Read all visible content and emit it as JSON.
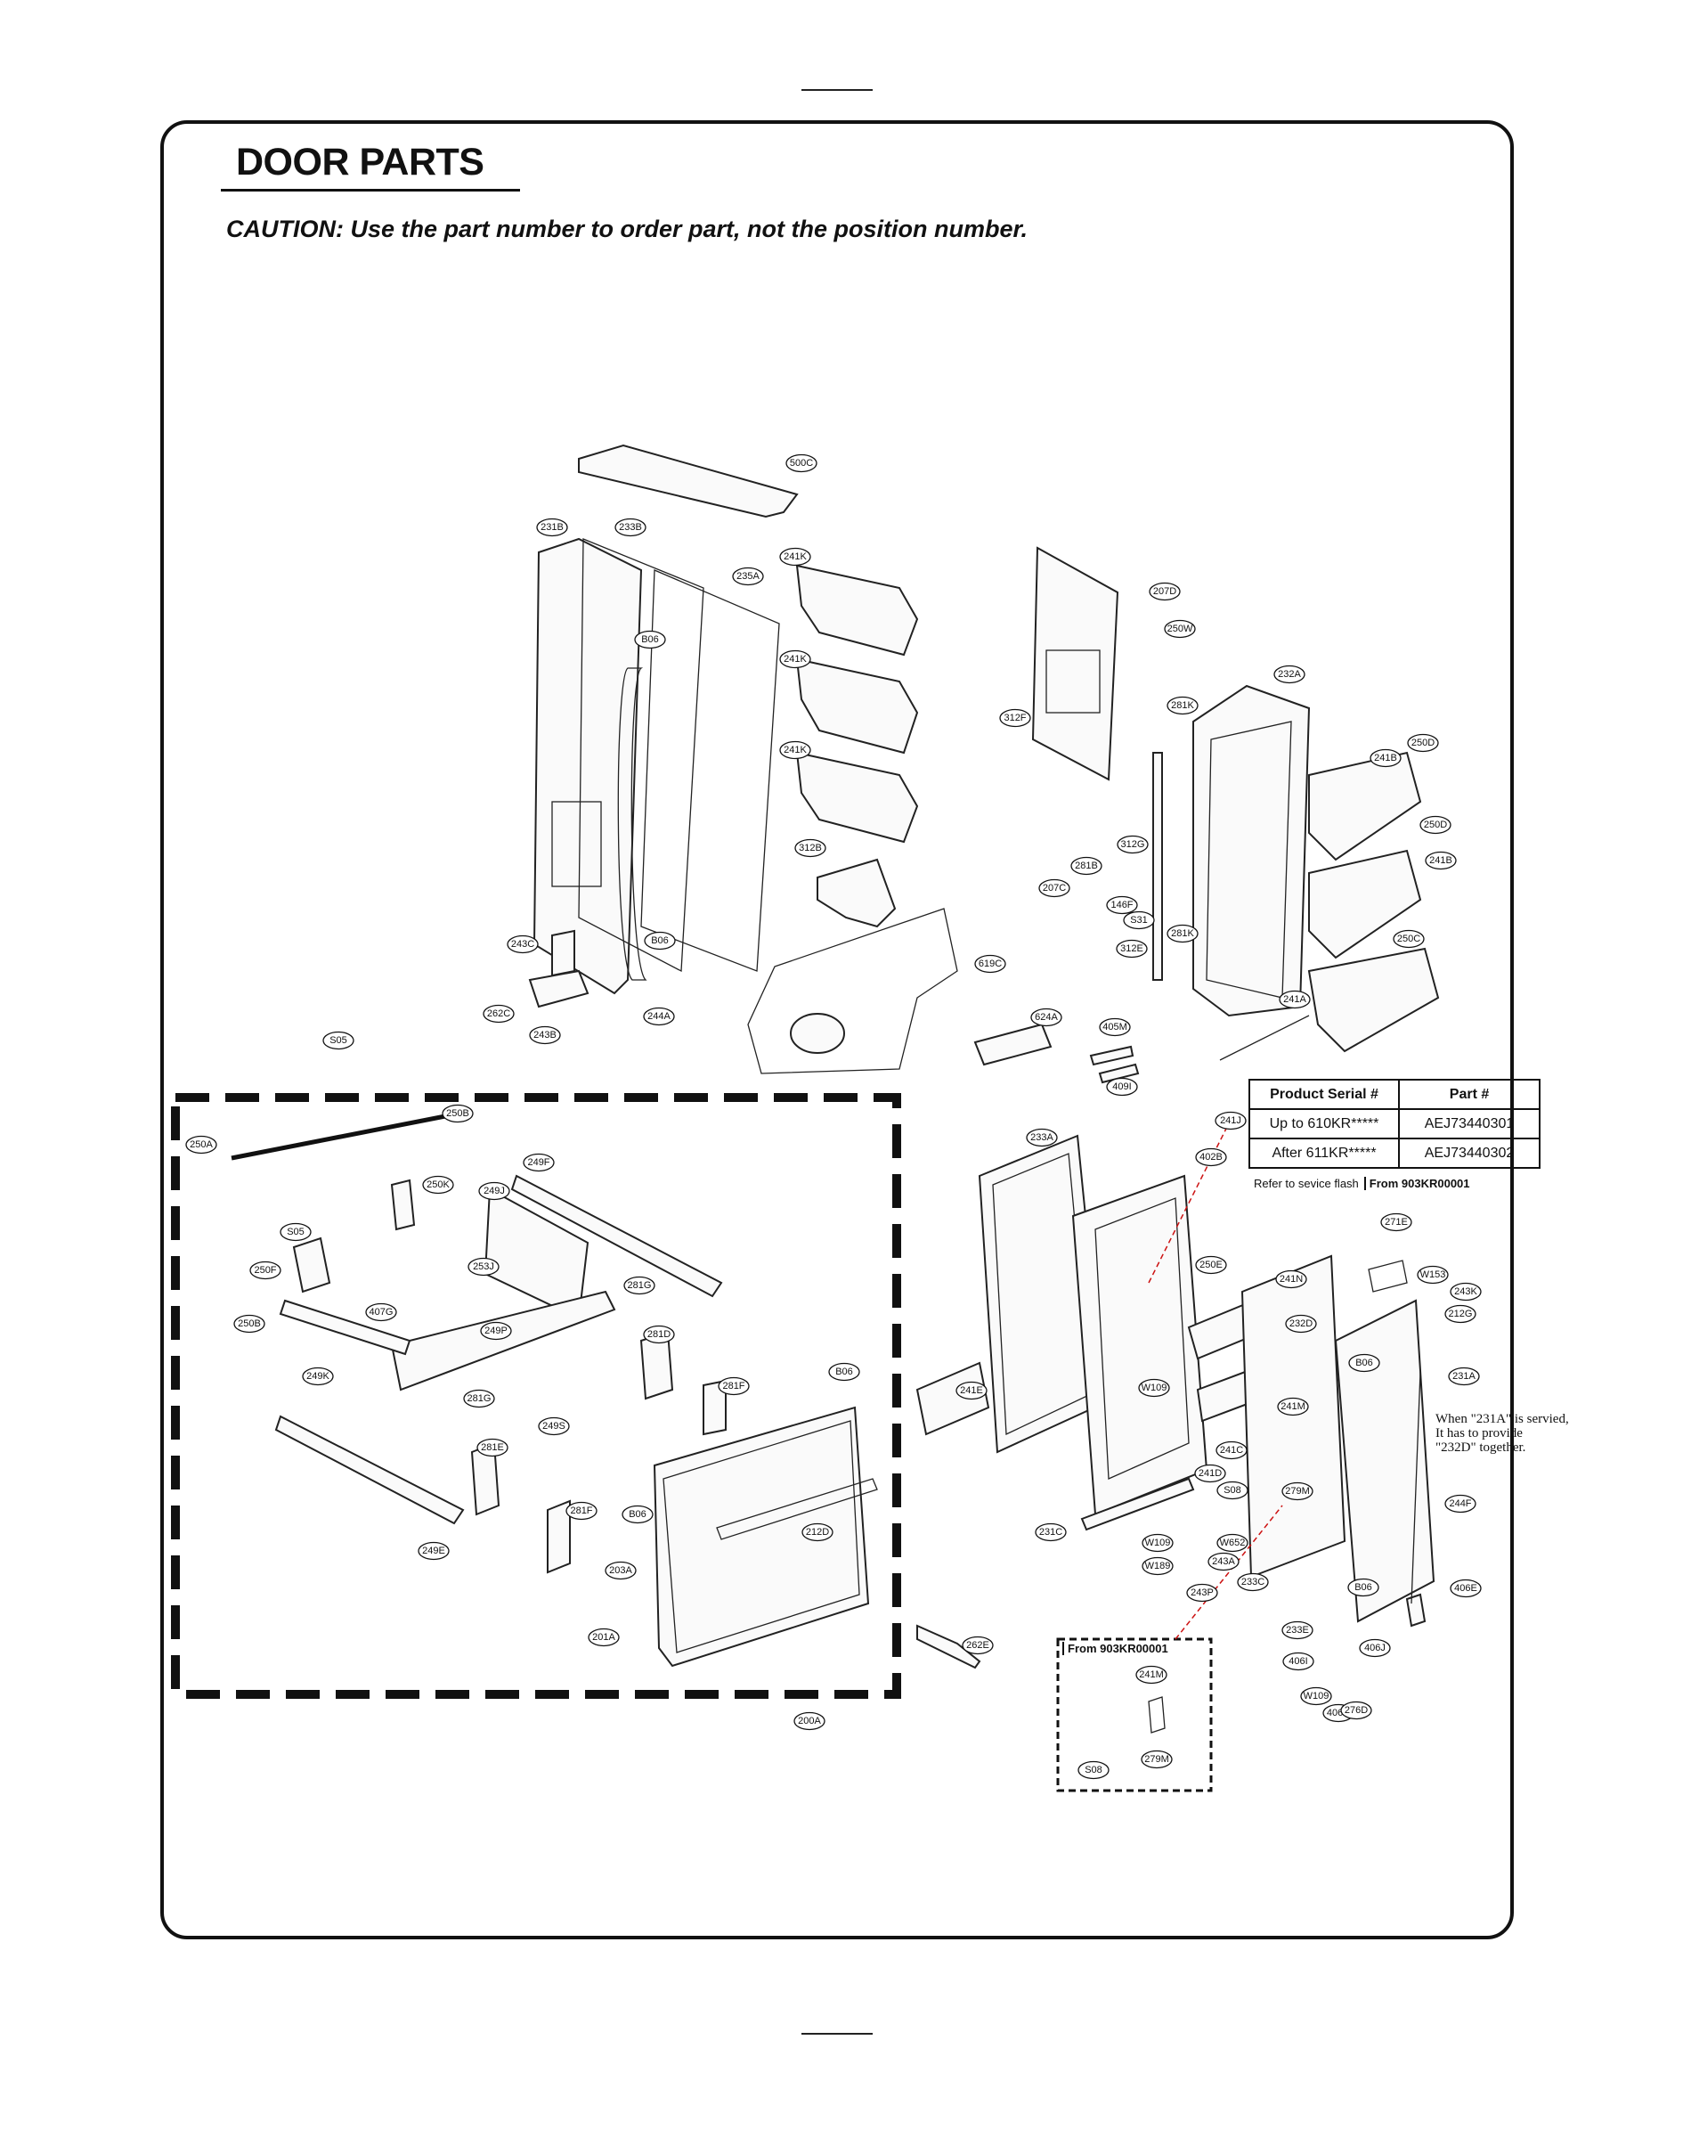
{
  "header": {
    "title": "DOOR PARTS",
    "caution": "CAUTION: Use the part number to order part, not the position number."
  },
  "serial_table": {
    "headers": [
      "Product Serial #",
      "Part #"
    ],
    "rows": [
      [
        "Up to 610KR*****",
        "AEJ73440301"
      ],
      [
        "After 611KR*****",
        "AEJ73440302"
      ]
    ]
  },
  "refer_note": "Refer to sevice flash",
  "refer_from": "From 903KR00001",
  "from_box_label": "From 903KR00001",
  "service_note": "When \"231A\" is servied,\nIt has to provide\n\"232D\" together.",
  "callouts": [
    "500C",
    "231B",
    "233B",
    "241K",
    "235A",
    "B06",
    "241K",
    "241K",
    "312B",
    "243C",
    "262C",
    "243B",
    "S05",
    "B06",
    "244A",
    "619C",
    "624A",
    "405M",
    "409I",
    "207D",
    "250W",
    "232A",
    "281K",
    "312F",
    "241B",
    "250D",
    "250D",
    "241B",
    "312G",
    "281B",
    "207C",
    "146F",
    "S31",
    "281K",
    "312E",
    "250C",
    "241A",
    "250B",
    "250A",
    "249F",
    "250K",
    "249J",
    "S05",
    "250F",
    "253J",
    "281G",
    "407G",
    "250B",
    "249P",
    "281D",
    "249K",
    "281F",
    "281G",
    "249S",
    "281E",
    "281F",
    "B06",
    "212D",
    "203A",
    "249E",
    "201A",
    "B06",
    "200A",
    "262E",
    "233A",
    "241J",
    "402B",
    "271E",
    "W153",
    "243K",
    "212G",
    "250E",
    "241N",
    "232D",
    "B06",
    "231A",
    "241E",
    "W109",
    "241M",
    "241C",
    "241D",
    "S08",
    "279M",
    "244F",
    "231C",
    "W109",
    "W652",
    "W189",
    "243A",
    "243P",
    "233C",
    "406E",
    "B06",
    "233E",
    "406I",
    "406J",
    "W109",
    "406H",
    "276D",
    "241M",
    "S08",
    "279M"
  ]
}
